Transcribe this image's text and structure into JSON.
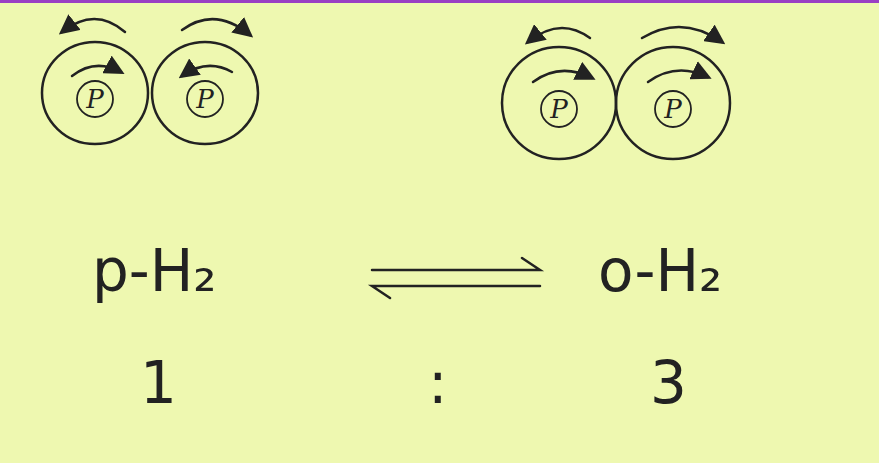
{
  "diagram": {
    "nodes": [
      {
        "text": [
          "P"
        ]
      },
      {
        "text": [
          "P"
        ]
      },
      {
        "text": [
          "P"
        ]
      },
      {
        "text": [
          "P"
        ]
      }
    ],
    "labels": [
      "p-H₂",
      "o-H₂",
      "1",
      ":",
      "3"
    ]
  }
}
